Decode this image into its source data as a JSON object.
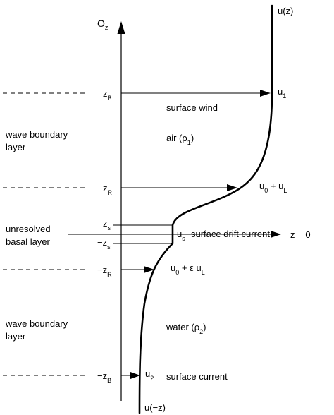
{
  "axis": {
    "vertical_label": "O",
    "vertical_label_sub": "z"
  },
  "profile": {
    "top_label": "u(z)",
    "bottom_label": "u(−z)"
  },
  "levels": {
    "zB": {
      "text": "z",
      "sub": "B"
    },
    "zR": {
      "text": "z",
      "sub": "R"
    },
    "zs": {
      "text": "z",
      "sub": "s"
    },
    "neg_zs": {
      "text": "−z",
      "sub": "s"
    },
    "neg_zR": {
      "text": "−z",
      "sub": "R"
    },
    "neg_zB": {
      "text": "−z",
      "sub": "B"
    }
  },
  "layers": {
    "upper_boundary_line1": "wave boundary",
    "upper_boundary_line2": "layer",
    "basal_line1": "unresolved",
    "basal_line2": "basal layer",
    "lower_boundary_line1": "wave boundary",
    "lower_boundary_line2": "layer"
  },
  "regions": {
    "surface_wind": "surface wind",
    "air_prefix": "air (ρ",
    "air_sub": "1",
    "air_suffix": ")",
    "water_prefix": "water (ρ",
    "water_sub": "2",
    "water_suffix": ")",
    "surface_current": "surface current",
    "surface_drift_current": "surface drift current"
  },
  "velocities": {
    "u1_main": "u",
    "u1_sub": "1",
    "u0_plus_uL_a": "u",
    "u0_plus_uL_sub1": "0",
    "u0_plus_uL_b": " + u",
    "u0_plus_uL_sub2": "L",
    "us_main": "u",
    "us_sub": "s",
    "u0_eps_a": "u",
    "u0_eps_sub1": "0",
    "u0_eps_b": " + ε u",
    "u0_eps_sub2": "L",
    "u2_main": "u",
    "u2_sub": "2"
  },
  "interface": {
    "label": "z = 0"
  }
}
